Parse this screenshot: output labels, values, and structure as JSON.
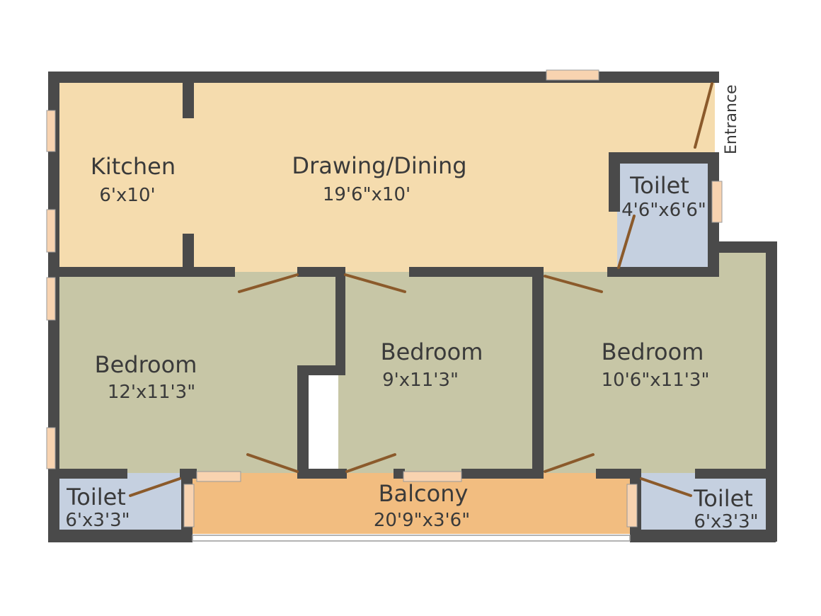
{
  "rooms": {
    "kitchen": {
      "name": "Kitchen",
      "size": "6'x10'"
    },
    "drawing_dining": {
      "name": "Drawing/Dining",
      "size": "19'6\"x10'"
    },
    "toilet_entrance": {
      "name": "Toilet",
      "size": "4'6\"x6'6\""
    },
    "bedroom_left": {
      "name": "Bedroom",
      "size": "12'x11'3\""
    },
    "bedroom_middle": {
      "name": "Bedroom",
      "size": "9'x11'3\""
    },
    "bedroom_right": {
      "name": "Bedroom",
      "size": "10'6\"x11'3\""
    },
    "toilet_left": {
      "name": "Toilet",
      "size": "6'x3'3\""
    },
    "balcony": {
      "name": "Balcony",
      "size": "20'9\"x3'6\""
    },
    "toilet_right": {
      "name": "Toilet",
      "size": "6'x3'3\""
    }
  },
  "entrance_label": "Entrance",
  "colors": {
    "wall": "#4a4a4a",
    "living": "#f5dcae",
    "bedroom": "#c7c6a6",
    "toilet": "#c5d0e0",
    "balcony": "#f2bd80",
    "door": "#8b5a2b",
    "window": "#f8d3b0"
  }
}
